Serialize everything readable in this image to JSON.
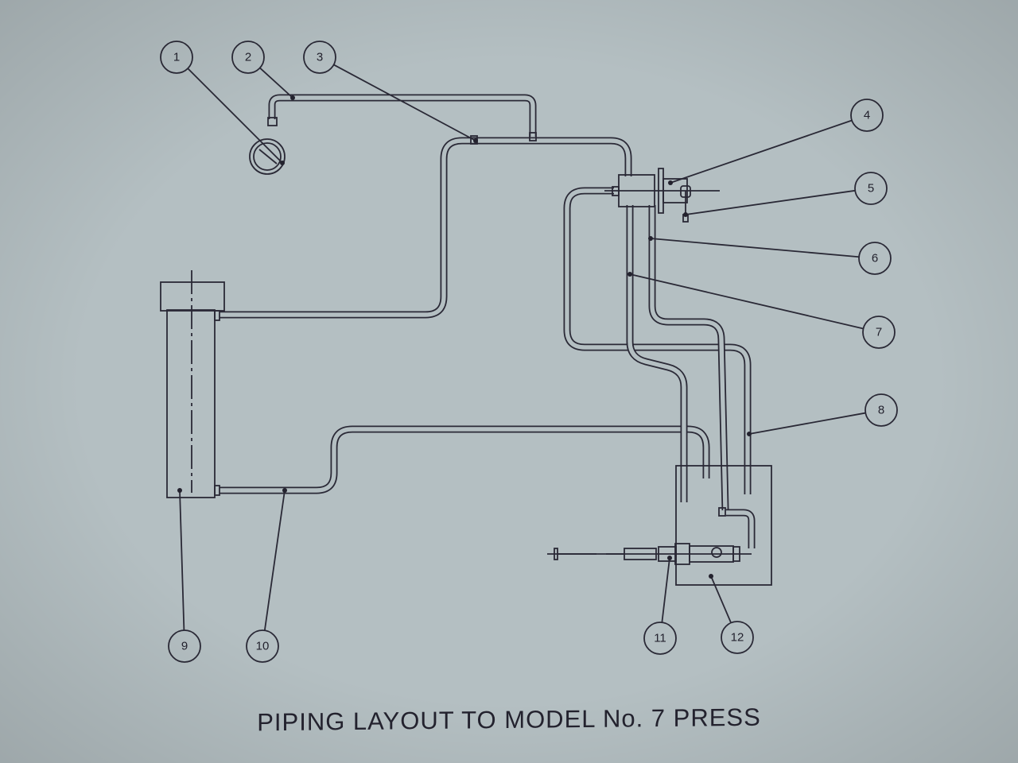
{
  "title": "PIPING LAYOUT TO MODEL No. 7 PRESS",
  "callouts": [
    "1",
    "2",
    "3",
    "4",
    "5",
    "6",
    "7",
    "8",
    "9",
    "10",
    "11",
    "12"
  ],
  "colors": {
    "paper": "#b4bfc2",
    "ink": "#2a2936"
  }
}
